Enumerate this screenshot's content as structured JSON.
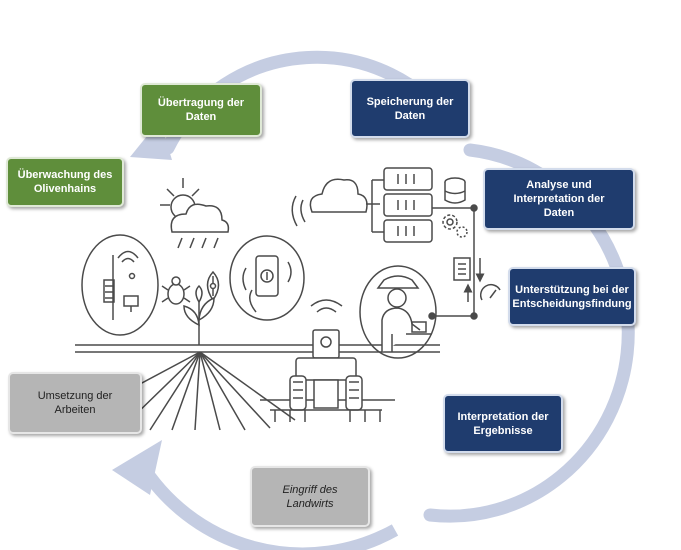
{
  "colors": {
    "green": "#5f8e3b",
    "navy": "#1f3c6e",
    "grey": "#b5b5b5",
    "cycle_arrow": "#c5cde2",
    "line_art": "#4a4a4a"
  },
  "steps": [
    {
      "id": "monitoring",
      "label": "Überwachung des\nOlivenhains"
    },
    {
      "id": "transfer",
      "label": "Übertragung der\nDaten"
    },
    {
      "id": "storage",
      "label": "Speicherung der\nDaten"
    },
    {
      "id": "analysis",
      "label": "Analyse und\nInterpretation der\nDaten"
    },
    {
      "id": "decision",
      "label": "Unterstützung bei der\nEntscheidungsfindung"
    },
    {
      "id": "results",
      "label": "Interpretation der\nErgebnisse"
    },
    {
      "id": "intervention",
      "label": "Eingriff des\nLandwirts"
    },
    {
      "id": "implementation",
      "label": "Umsetzung der\nArbeiten"
    }
  ],
  "icons": [
    "cloud-icon",
    "server-rack-icon",
    "database-icon",
    "gear-icon",
    "document-icon",
    "gauge-icon",
    "sun-cloud-rain-icon",
    "olive-tree-sensor-icon",
    "bug-icon",
    "leaf-icon",
    "sprout-icon",
    "smartphone-icon",
    "farmer-laptop-icon",
    "tractor-icon",
    "field-rows-icon"
  ]
}
